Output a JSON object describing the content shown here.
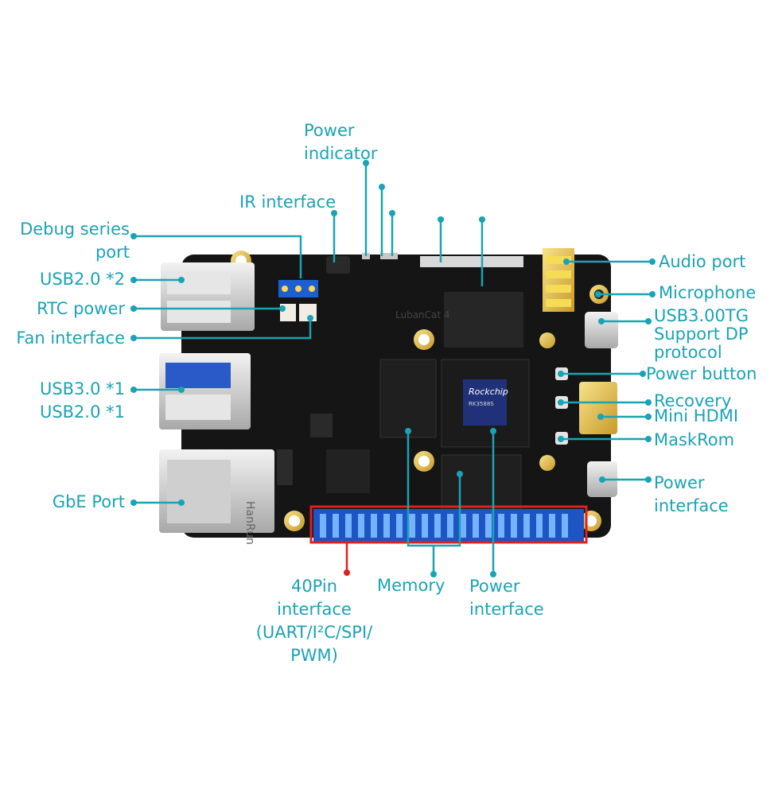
{
  "labels": {
    "power_indicator": [
      "Power",
      "indicator"
    ],
    "ir_interface": "IR interface",
    "debug_series_port": [
      "Debug series",
      "port"
    ],
    "usb20_x2": "USB2.0 *2",
    "rtc_power": "RTC power",
    "fan_interface": "Fan interface",
    "usb30_x1": "USB3.0 *1",
    "usb20_x1": "USB2.0 *1",
    "gbe_port": "GbE Port",
    "audio_port": "Audio port",
    "microphone": "Microphone",
    "usb3_otg": [
      "USB3.00TG",
      "Support DP",
      "protocol"
    ],
    "power_button": "Power button",
    "recovery": "Recovery",
    "mini_hdmi": "Mini HDMI",
    "maskrom": "MaskRom",
    "power_interface_right": [
      "Power",
      "interface"
    ],
    "pin40_interface": [
      "40Pin",
      "interface",
      "(UART/I²C/SPI/",
      "PWM)"
    ],
    "memory": "Memory",
    "power_interface_bottom": [
      "Power",
      "interface"
    ]
  },
  "board": {
    "name_print": "LubanCat 4",
    "soc_brand": "Rockchip",
    "soc_model": "RK3588S",
    "ethernet_brand": "HanRun"
  },
  "colors": {
    "label": "#1aa3b4",
    "leader": "#1aa3b4",
    "highlight": "#e0201c",
    "pcb": "#151515",
    "header_pins": "#2f6fd0"
  }
}
